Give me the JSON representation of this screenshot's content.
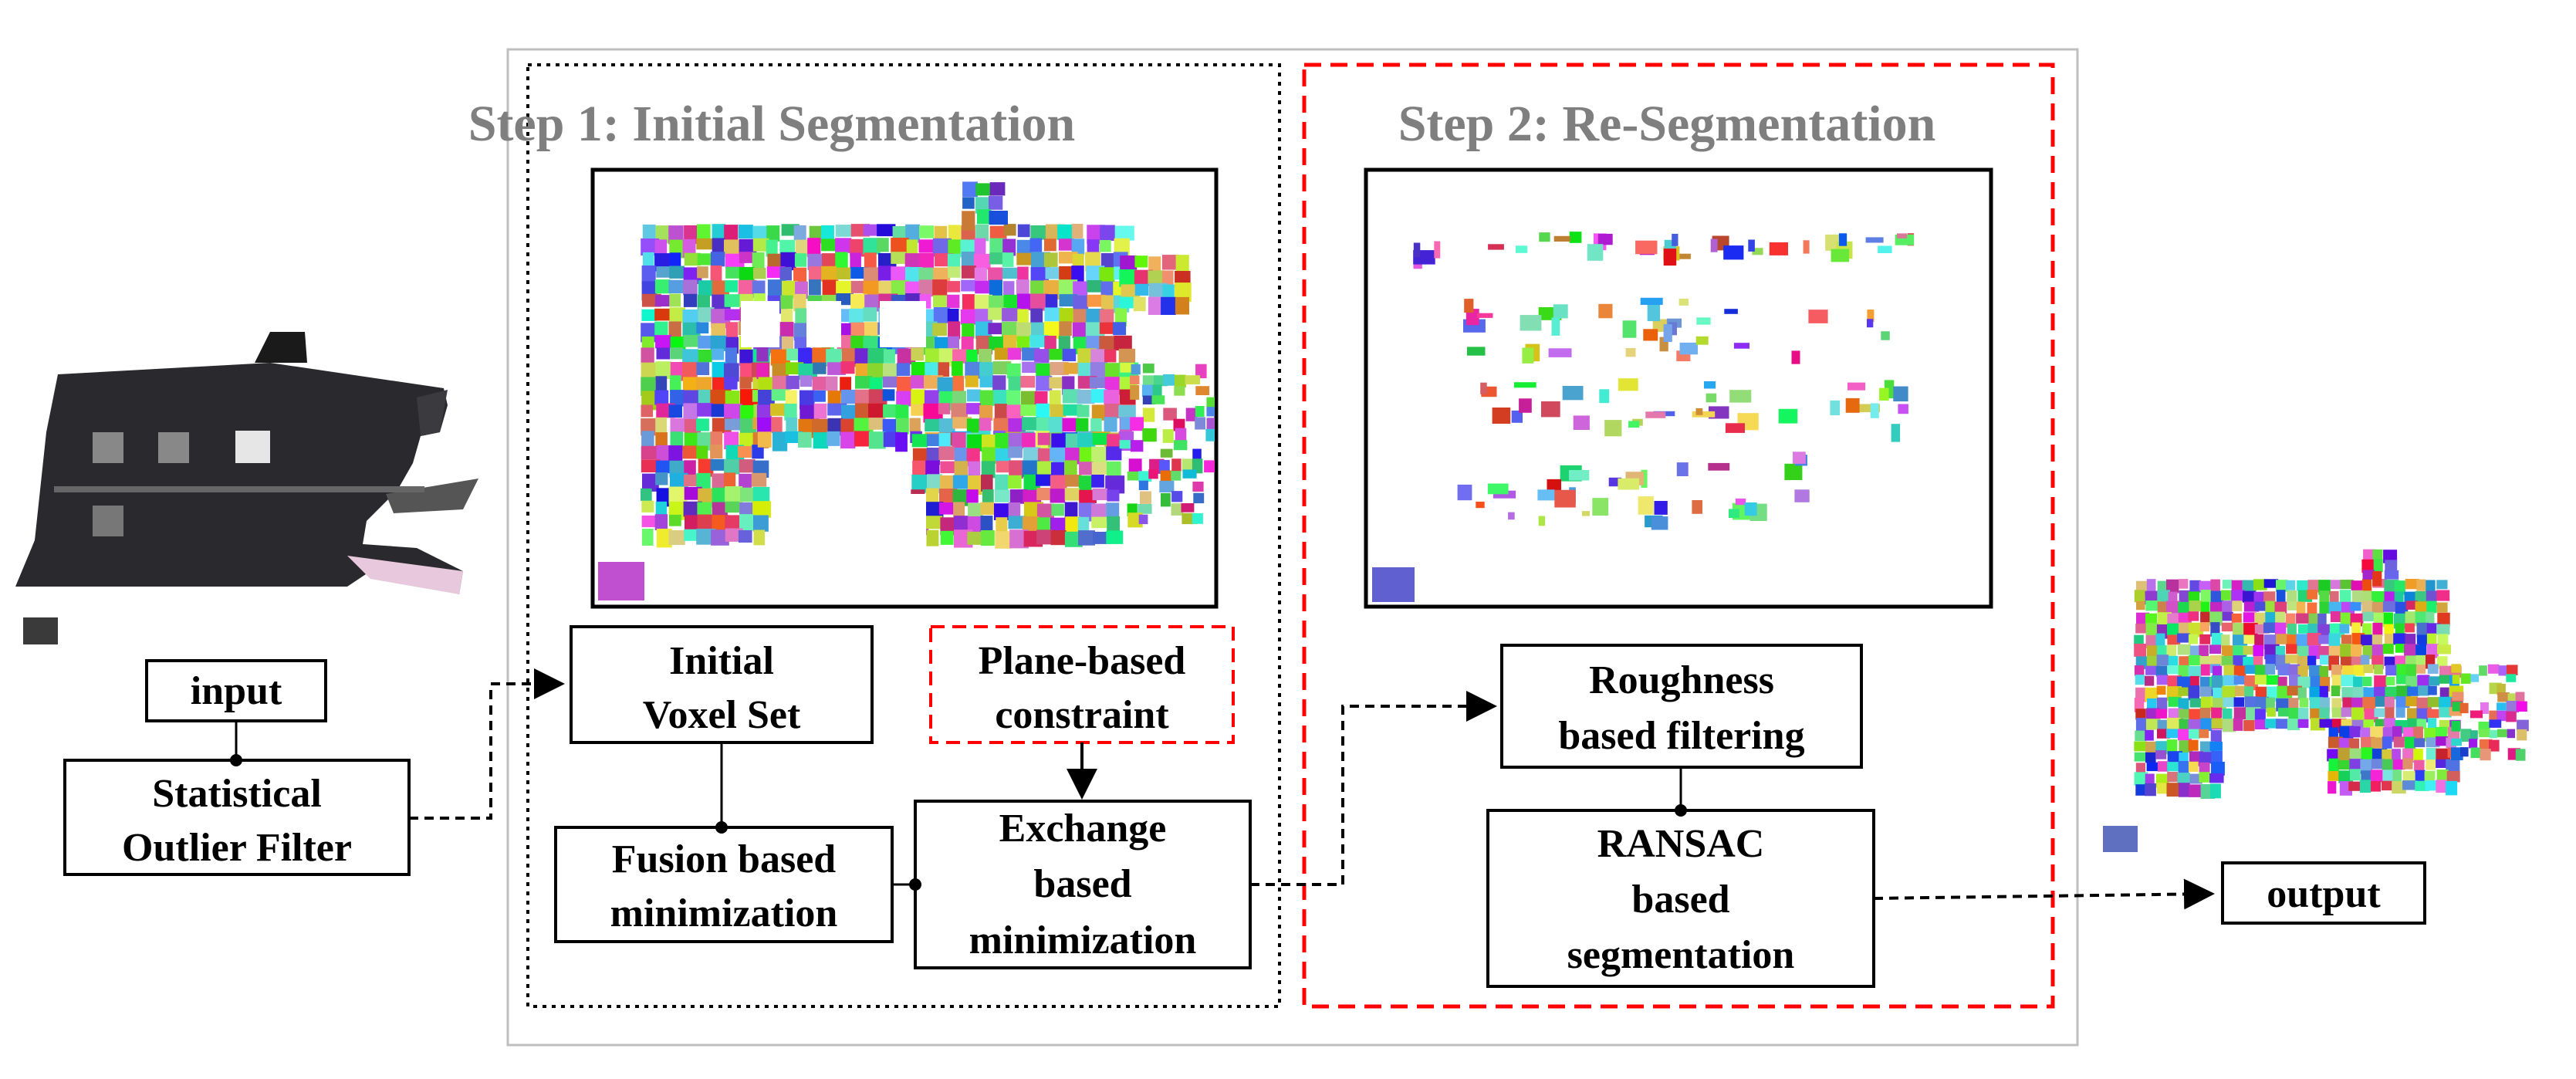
{
  "steps": {
    "step1_title": "Step 1: Initial Segmentation",
    "step2_title": "Step 2: Re-Segmentation"
  },
  "boxes": {
    "input": "input",
    "statistical_line1": "Statistical",
    "statistical_line2": "Outlier Filter",
    "initial_line1": "Initial",
    "initial_line2": "Voxel Set",
    "plane_line1": "Plane-based",
    "plane_line2": "constraint",
    "fusion_line1": "Fusion based",
    "fusion_line2": "minimization",
    "exchange_line1": "Exchange",
    "exchange_line2": "based",
    "exchange_line3": "minimization",
    "roughness_line1": "Roughness",
    "roughness_line2": "based filtering",
    "ransac_line1": "RANSAC",
    "ransac_line2": "based",
    "ransac_line3": "segmentation",
    "output": "output"
  },
  "images": {
    "input_cloud": "grayscale-building-point-cloud",
    "step1_cloud": "colored-supervoxel-building",
    "step2_cloud": "sparse-residual-segments",
    "output_cloud": "segmented-building-point-cloud"
  },
  "colors": {
    "step1_border": "#000000",
    "step2_border": "#ff0000",
    "plane_border": "#ff0000",
    "step_title": "#7f7f7f",
    "panel_border": "#bfbfbf"
  }
}
